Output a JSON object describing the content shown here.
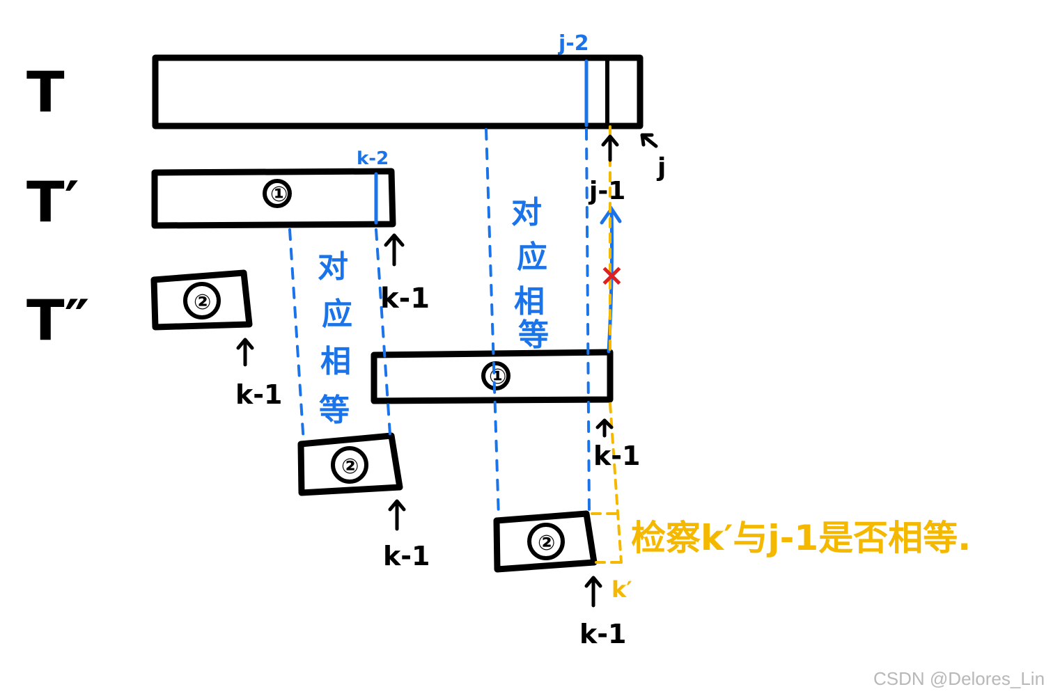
{
  "rows": {
    "t": "T",
    "t_prime": "T′",
    "t_double": "T″"
  },
  "segments": {
    "one": "①",
    "two": "②"
  },
  "markers": {
    "j_minus_2": "j-2",
    "j": "j",
    "j_minus_1": "j-1",
    "k_minus_2": "k-2",
    "k_minus_1": "k-1",
    "k_prime": "k′"
  },
  "annotations": {
    "correspond_equal": [
      "对",
      "应",
      "相",
      "等"
    ],
    "check_text": "检察k′与j-1是否相等.",
    "mismatch_mark": "×"
  },
  "watermark": "CSDN @Delores_Lin",
  "colors": {
    "ink": "#000000",
    "blue": "#1a73e8",
    "yellow": "#f5b800",
    "red": "#e02020"
  }
}
